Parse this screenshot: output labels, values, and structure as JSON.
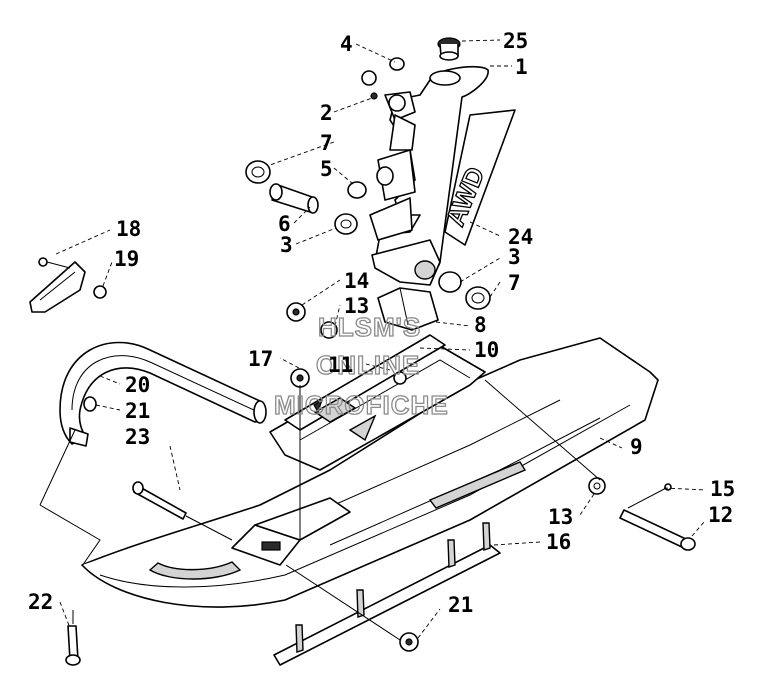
{
  "watermark": {
    "line1": "HLSM'S",
    "line2": "ONLINE",
    "line3": "MICROFICHE"
  },
  "decal_text": "AWD",
  "callouts": [
    {
      "id": "c25",
      "text": "25"
    },
    {
      "id": "c1",
      "text": "1"
    },
    {
      "id": "c4",
      "text": "4"
    },
    {
      "id": "c2",
      "text": "2"
    },
    {
      "id": "c7a",
      "text": "7"
    },
    {
      "id": "c5",
      "text": "5"
    },
    {
      "id": "c6",
      "text": "6"
    },
    {
      "id": "c3a",
      "text": "3"
    },
    {
      "id": "c24",
      "text": "24"
    },
    {
      "id": "c3b",
      "text": "3"
    },
    {
      "id": "c7b",
      "text": "7"
    },
    {
      "id": "c18",
      "text": "18"
    },
    {
      "id": "c19",
      "text": "19"
    },
    {
      "id": "c14",
      "text": "14"
    },
    {
      "id": "c13a",
      "text": "13"
    },
    {
      "id": "c8",
      "text": "8"
    },
    {
      "id": "c10",
      "text": "10"
    },
    {
      "id": "c17",
      "text": "17"
    },
    {
      "id": "c11",
      "text": "11"
    },
    {
      "id": "c20",
      "text": "20"
    },
    {
      "id": "c21a",
      "text": "21"
    },
    {
      "id": "c23",
      "text": "23"
    },
    {
      "id": "c9",
      "text": "9"
    },
    {
      "id": "c15",
      "text": "15"
    },
    {
      "id": "c13b",
      "text": "13"
    },
    {
      "id": "c12",
      "text": "12"
    },
    {
      "id": "c16",
      "text": "16"
    },
    {
      "id": "c22",
      "text": "22"
    },
    {
      "id": "c21b",
      "text": "21"
    }
  ]
}
